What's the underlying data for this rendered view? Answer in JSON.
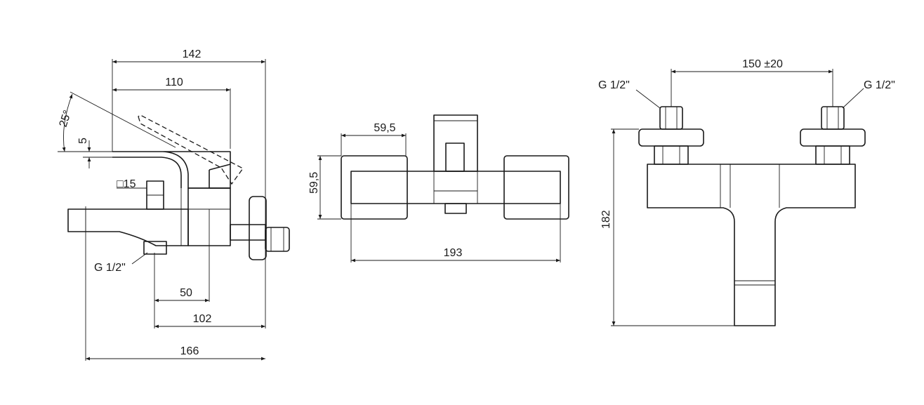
{
  "side_view": {
    "dim_142": "142",
    "dim_110": "110",
    "dim_angle": "25°",
    "dim_5": "5",
    "dim_square": "□15",
    "thread_label": "G 1/2\"",
    "dim_50": "50",
    "dim_102": "102",
    "dim_166": "166"
  },
  "top_view": {
    "dim_width": "59,5",
    "dim_depth": "59,5",
    "dim_193": "193"
  },
  "front_view": {
    "dim_spacing": "150 ±20",
    "thread_left": "G 1/2\"",
    "thread_right": "G 1/2\"",
    "dim_182": "182"
  }
}
